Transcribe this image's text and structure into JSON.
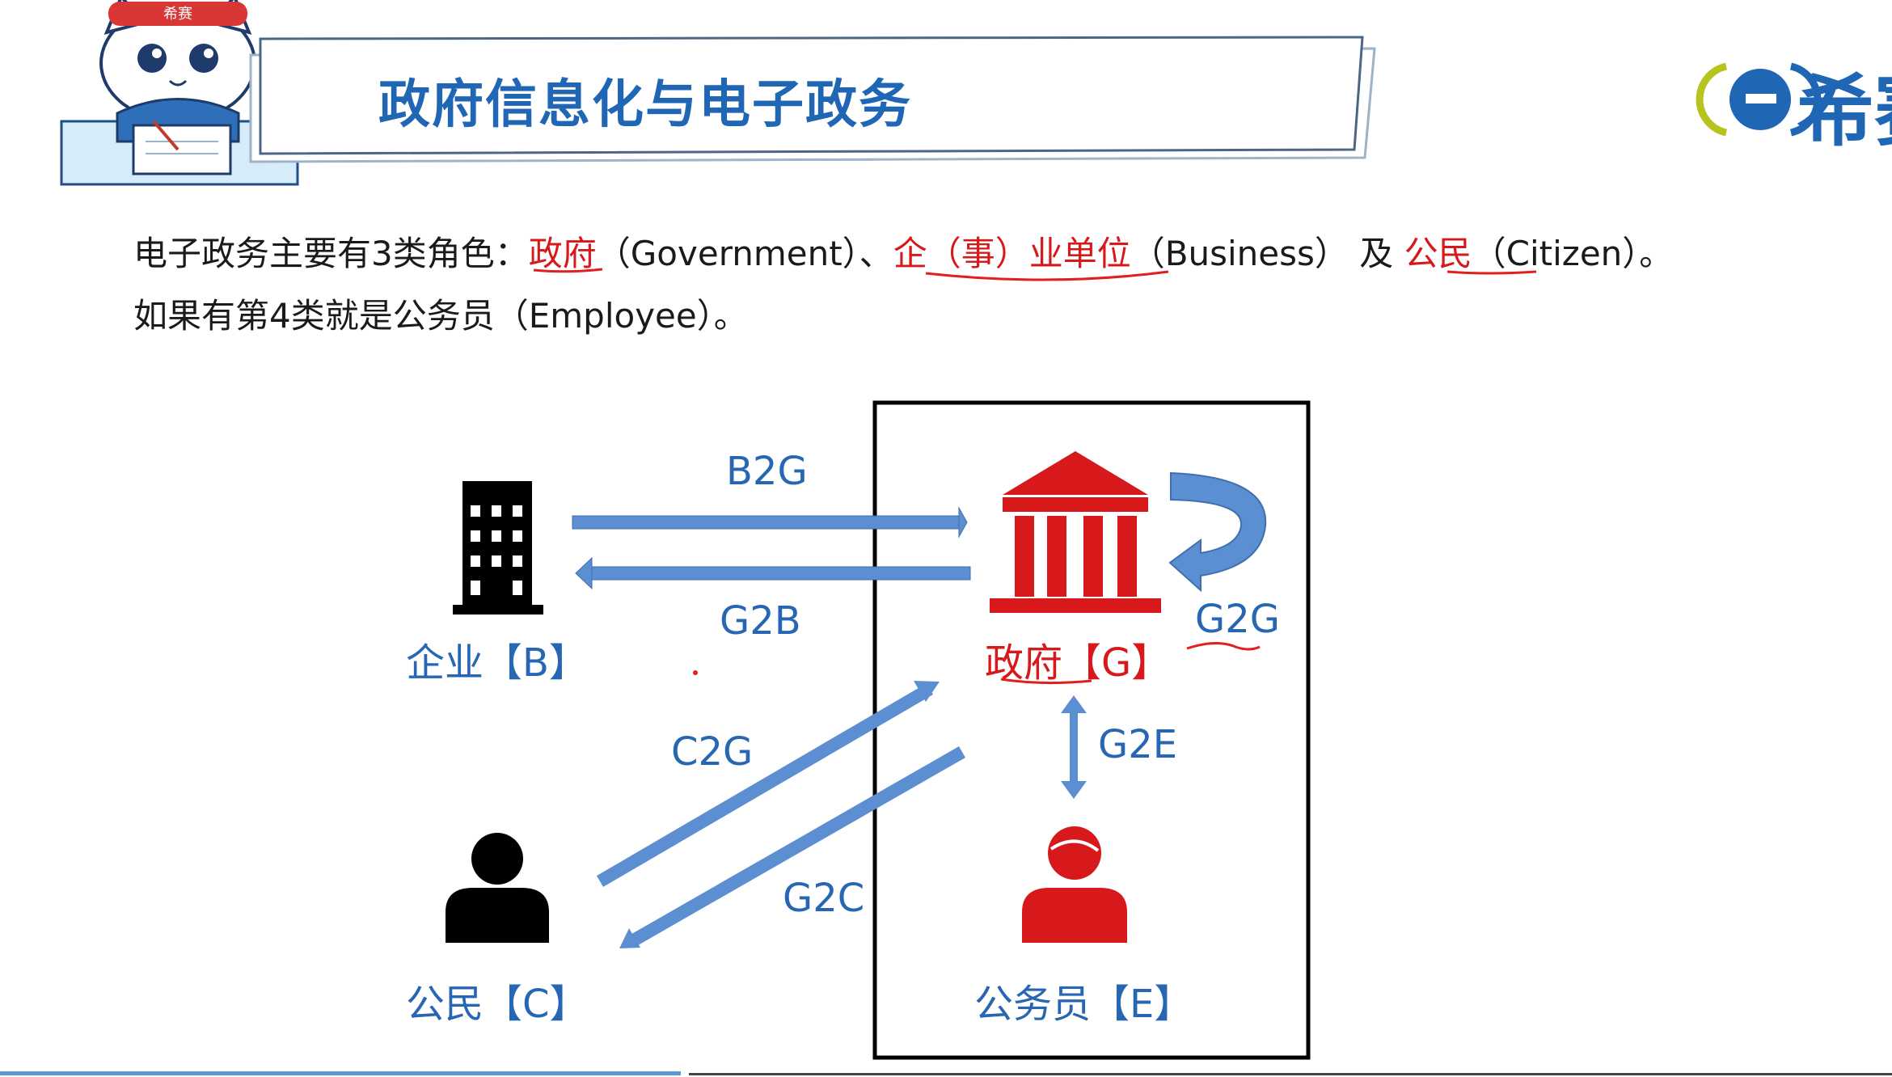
{
  "header": {
    "title": "政府信息化与电子政务",
    "mascot_badge": "希赛",
    "brand": "希赛"
  },
  "intro": {
    "line1": {
      "prefix": "电子政务主要有3类角色：",
      "role1": "政府",
      "role1_en": "（Government）、",
      "role2": "企（事）业单位",
      "role2_en": "（Business） 及 ",
      "role3": "公民",
      "role3_en": "（Citizen）。"
    },
    "line2": "如果有第4类就是公务员（Employee）。"
  },
  "diagram": {
    "nodes": {
      "business": "企业【B】",
      "government": "政府【G】",
      "citizen": "公民【C】",
      "employee": "公务员【E】"
    },
    "edges": {
      "b2g": "B2G",
      "g2b": "G2B",
      "g2g": "G2G",
      "c2g": "C2G",
      "g2c": "G2C",
      "g2e": "G2E"
    },
    "colors": {
      "arrow": "#5b8fd1",
      "label_blue": "#2766b3",
      "government_red": "#d7191c",
      "annotation_red": "#e21f1f"
    }
  }
}
